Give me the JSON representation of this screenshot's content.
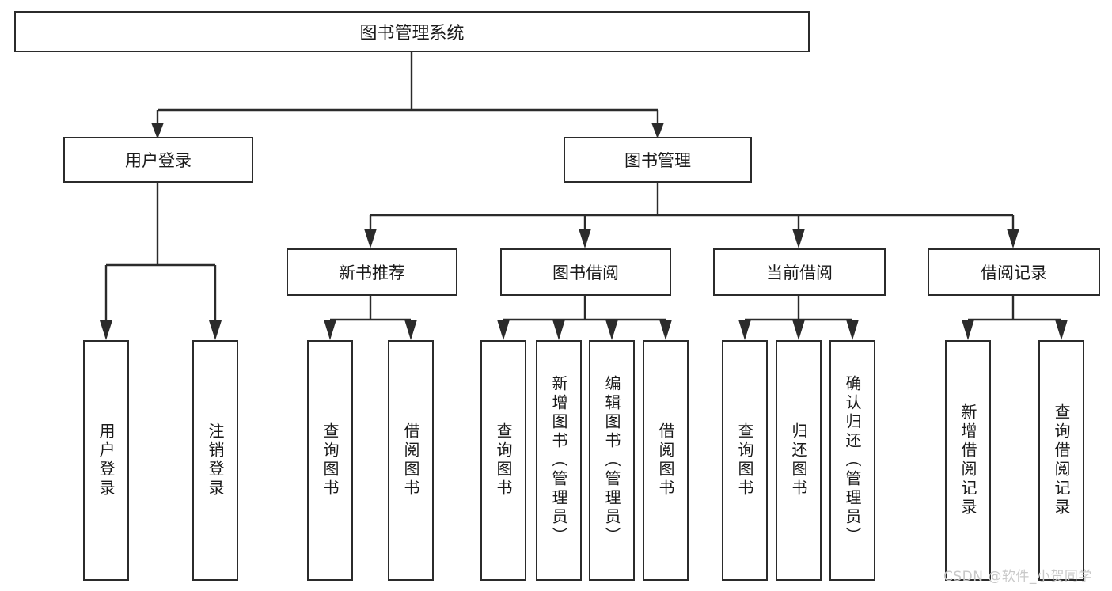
{
  "diagram": {
    "title": "图书管理系统",
    "type": "tree-hierarchy-chart",
    "root": {
      "label": "图书管理系统"
    },
    "level2": [
      {
        "label": "用户登录"
      },
      {
        "label": "图书管理"
      }
    ],
    "level3": [
      {
        "label": "新书推荐"
      },
      {
        "label": "图书借阅"
      },
      {
        "label": "当前借阅"
      },
      {
        "label": "借阅记录"
      }
    ],
    "leaves": {
      "user_login": [
        {
          "label": "用户登录"
        },
        {
          "label": "注销登录"
        }
      ],
      "new_book_recommend": [
        {
          "label": "查询图书"
        },
        {
          "label": "借阅图书"
        }
      ],
      "book_borrow": [
        {
          "label": "查询图书"
        },
        {
          "label": "新增图书（管理员）"
        },
        {
          "label": "编辑图书（管理员）"
        },
        {
          "label": "借阅图书"
        }
      ],
      "current_borrow": [
        {
          "label": "查询图书"
        },
        {
          "label": "归还图书"
        },
        {
          "label": "确认归还（管理员）"
        }
      ],
      "borrow_record": [
        {
          "label": "新增借阅记录"
        },
        {
          "label": "查询借阅记录"
        }
      ]
    }
  },
  "watermark": {
    "text": "CSDN @软件_小贺同学"
  },
  "colors": {
    "stroke": "#2b2b2b",
    "background": "#ffffff",
    "text": "#1a1a1a",
    "watermark": "#c9c9c9"
  }
}
